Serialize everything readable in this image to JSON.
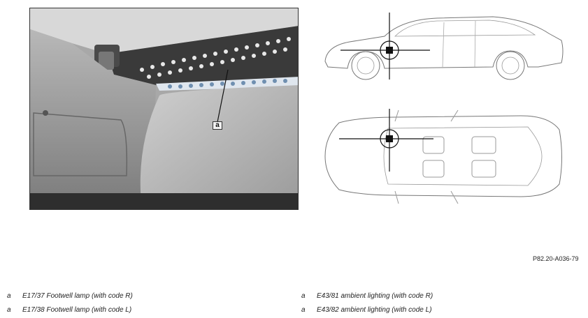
{
  "callout": {
    "photo_label": "a"
  },
  "reference_code": "P82.20-A036-79",
  "legend": {
    "left": [
      {
        "key": "a",
        "text": "E17/37 Footwell lamp (with code R)"
      },
      {
        "key": "a",
        "text": "E17/38 Footwell lamp (with code L)"
      }
    ],
    "right": [
      {
        "key": "a",
        "text": "E43/81 ambient lighting (with code R)"
      },
      {
        "key": "a",
        "text": "E43/82 ambient lighting (with code L)"
      }
    ]
  }
}
